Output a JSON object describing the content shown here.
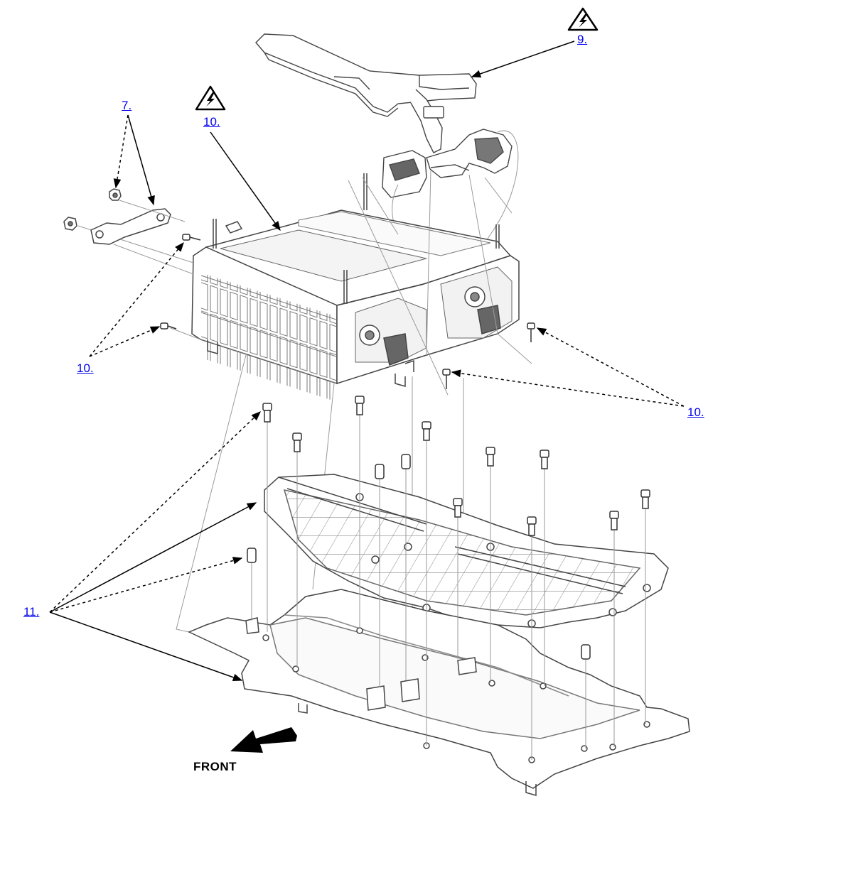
{
  "callouts": {
    "c9": "9.",
    "c10_top": "10.",
    "c7": "7.",
    "c10_left": "10.",
    "c10_right": "10.",
    "c11": "11."
  },
  "front_label": "FRONT",
  "icons": [
    "high-voltage-warning-icon",
    "front-arrow-icon"
  ],
  "colors": {
    "link": "#0000ee",
    "line": "#000000",
    "drawing": "#444444",
    "hidden": "#9a9a9a"
  }
}
